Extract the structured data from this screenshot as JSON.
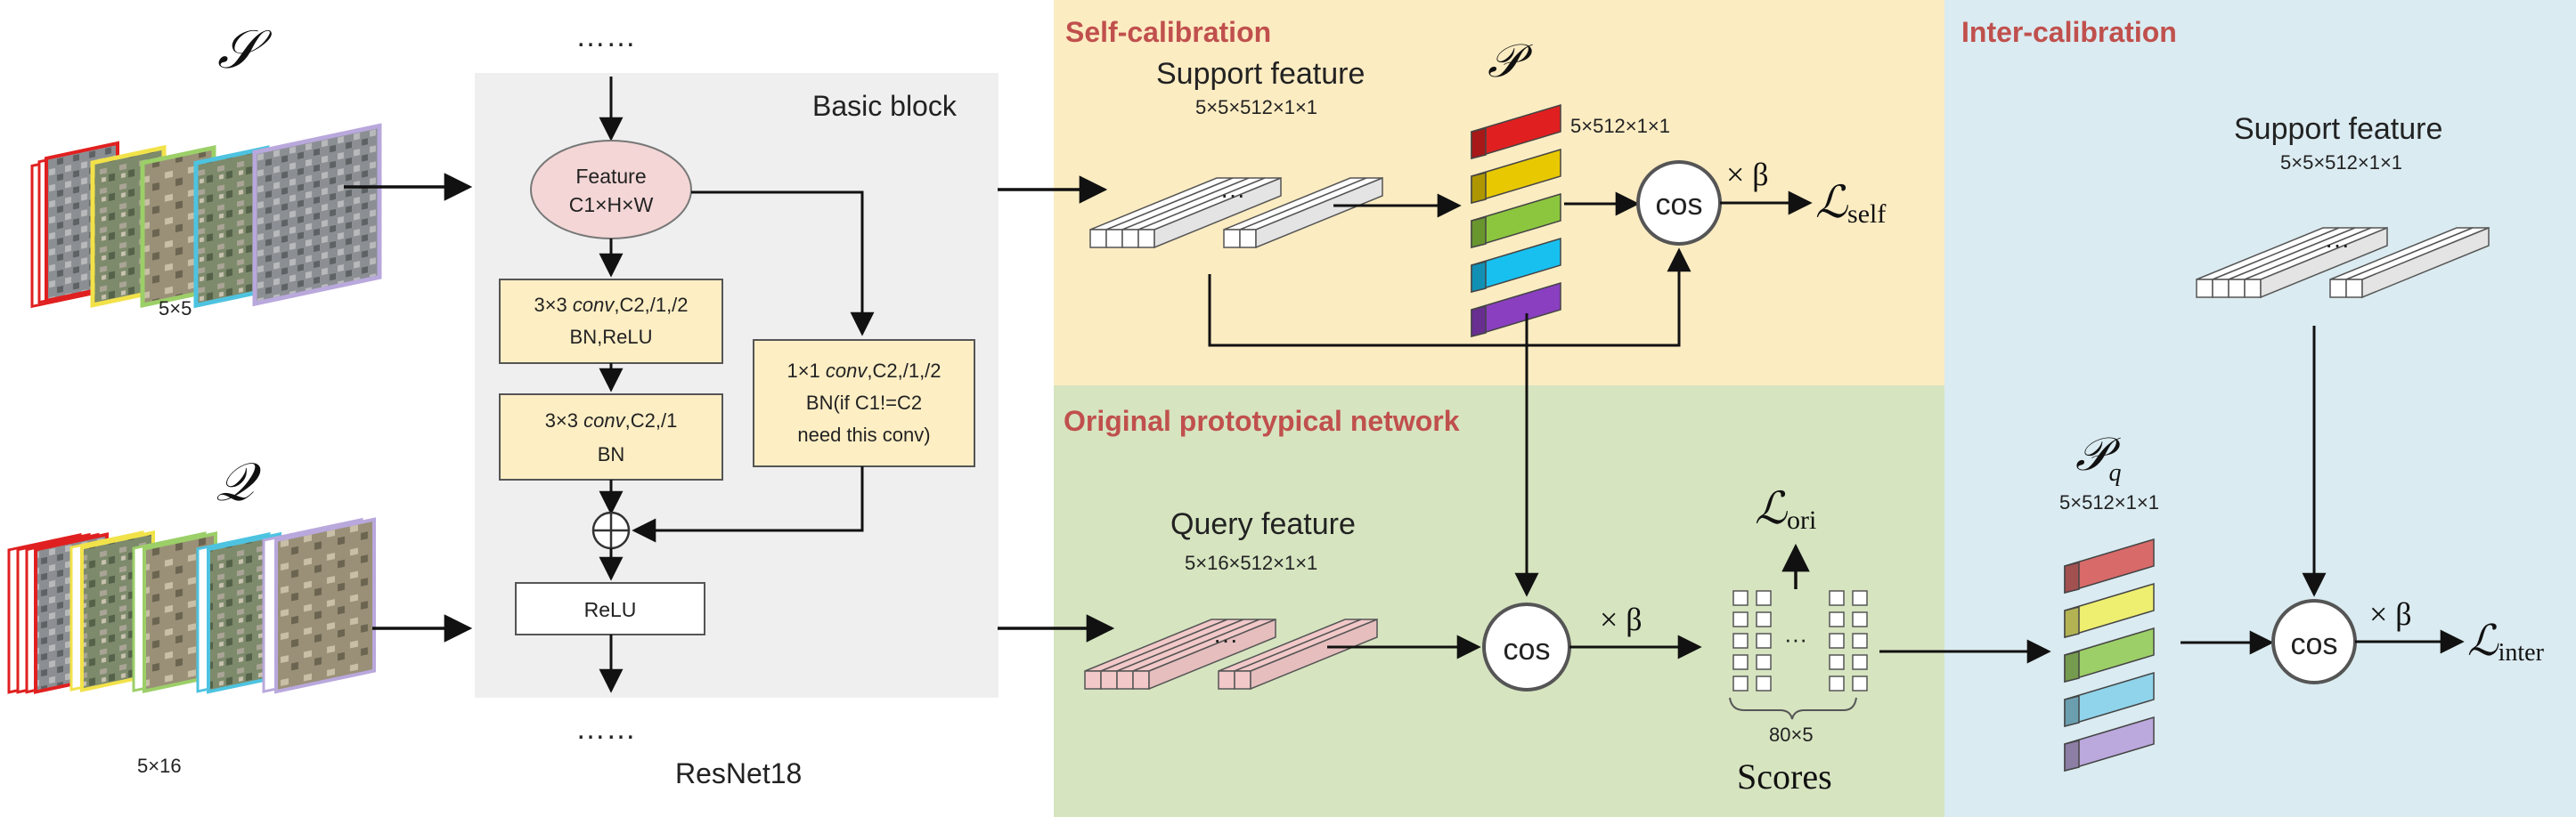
{
  "support_set": {
    "symbol": "𝒮",
    "shape_label": "5×5"
  },
  "query_set": {
    "symbol": "𝒬",
    "shape_label": "5×16"
  },
  "backbone": {
    "dots_top": "……",
    "dots_bottom": "……",
    "block_title": "Basic block",
    "name": "ResNet18",
    "feature_node": {
      "line1": "Feature",
      "line2": "C1×H×W"
    },
    "conv1": {
      "pre": "3×3 ",
      "italic": "conv",
      "post": ",C2,/1,/2",
      "line2": "BN,ReLU"
    },
    "conv2": {
      "pre": "3×3 ",
      "italic": "conv",
      "post": ",C2,/1",
      "line2": "BN"
    },
    "shortcut": {
      "pre": "1×1 ",
      "italic": "conv",
      "post": ",C2,/1,/2",
      "line2": "BN(if C1!=C2",
      "line3": "need this conv)"
    },
    "relu": "ReLU"
  },
  "self_calibration": {
    "title": "Self-calibration",
    "support_feature": "Support feature",
    "support_shape": "5×5×512×1×1",
    "prototype_symbol": "𝒫",
    "prototype_shape": "5×512×1×1",
    "cos": "cos",
    "scale": "× β",
    "loss_main": "ℒ",
    "loss_sub": "self",
    "ellipsis": "···"
  },
  "original_network": {
    "title": "Original prototypical network",
    "query_feature": "Query feature",
    "query_shape": "5×16×512×1×1",
    "cos": "cos",
    "scale": "× β",
    "loss_main": "ℒ",
    "loss_sub": "ori",
    "scores_shape": "80×5",
    "scores_label": "Scores",
    "ellipsis": "···"
  },
  "inter_calibration": {
    "title": "Inter-calibration",
    "support_feature": "Support feature",
    "support_shape": "5×5×512×1×1",
    "prototype_symbol": "𝒫",
    "prototype_subscript": "q",
    "prototype_shape": "5×512×1×1",
    "cos": "cos",
    "scale": "× β",
    "loss_main": "ℒ",
    "loss_sub": "inter",
    "ellipsis": "···"
  },
  "colors": {
    "self_bg": "#fcecc2",
    "ori_bg": "#d6e4c0",
    "inter_bg": "#daebf1",
    "block_bg": "#efefef",
    "title_red": "#c0504d",
    "conv_box": "#fdeec4",
    "feature_node": "#f4d6d6",
    "proto_palette": [
      "#e02020",
      "#e8c800",
      "#8cc63e",
      "#18c0f0",
      "#8a3fc0"
    ],
    "proto_q_palette": [
      "#d86a6a",
      "#eeee70",
      "#9ccf68",
      "#8fd4ea",
      "#bba8dc"
    ],
    "query_bar": "#f2c8c8"
  }
}
